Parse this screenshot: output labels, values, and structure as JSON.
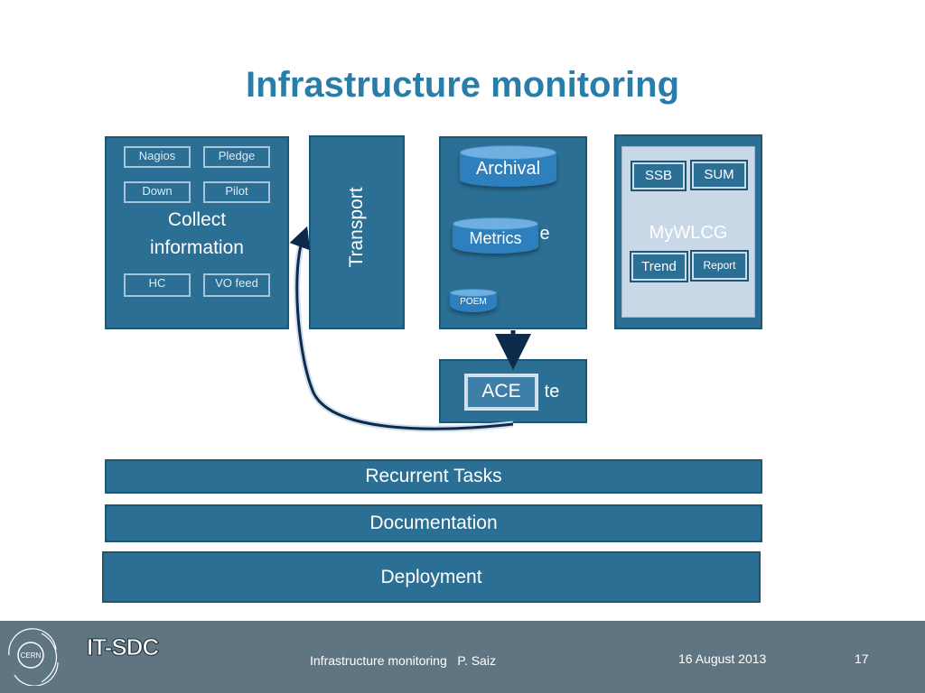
{
  "slide": {
    "title": "Infrastructure monitoring"
  },
  "collect": {
    "label_line1": "Collect",
    "label_line2": "information",
    "chips": [
      "Nagios",
      "Pledge",
      "Down",
      "Pilot",
      "HC",
      "VO feed"
    ]
  },
  "transport": {
    "label": "Transport"
  },
  "store": {
    "partial_label": "e",
    "archival": "Archival",
    "metrics": "Metrics",
    "poem": "POEM"
  },
  "compute": {
    "partial_label": "te",
    "ace": "ACE"
  },
  "mywlcg": {
    "label": "MyWLCG",
    "chips": [
      "SSB",
      "SUM",
      "Trend",
      "Report"
    ]
  },
  "bars": {
    "recurrent": "Recurrent Tasks",
    "documentation": "Documentation",
    "deployment": "Deployment"
  },
  "footer": {
    "logo_badge": "CERN",
    "logo_text": "IT-SDC",
    "center_text": "Infrastructure monitoring   P. Saiz",
    "date": "16 August 2013",
    "page_number": "17"
  },
  "colors": {
    "title": "#2a7da6",
    "box": "#2b6f95",
    "footer": "#5f7682",
    "arrow": "#0d2a4a"
  }
}
